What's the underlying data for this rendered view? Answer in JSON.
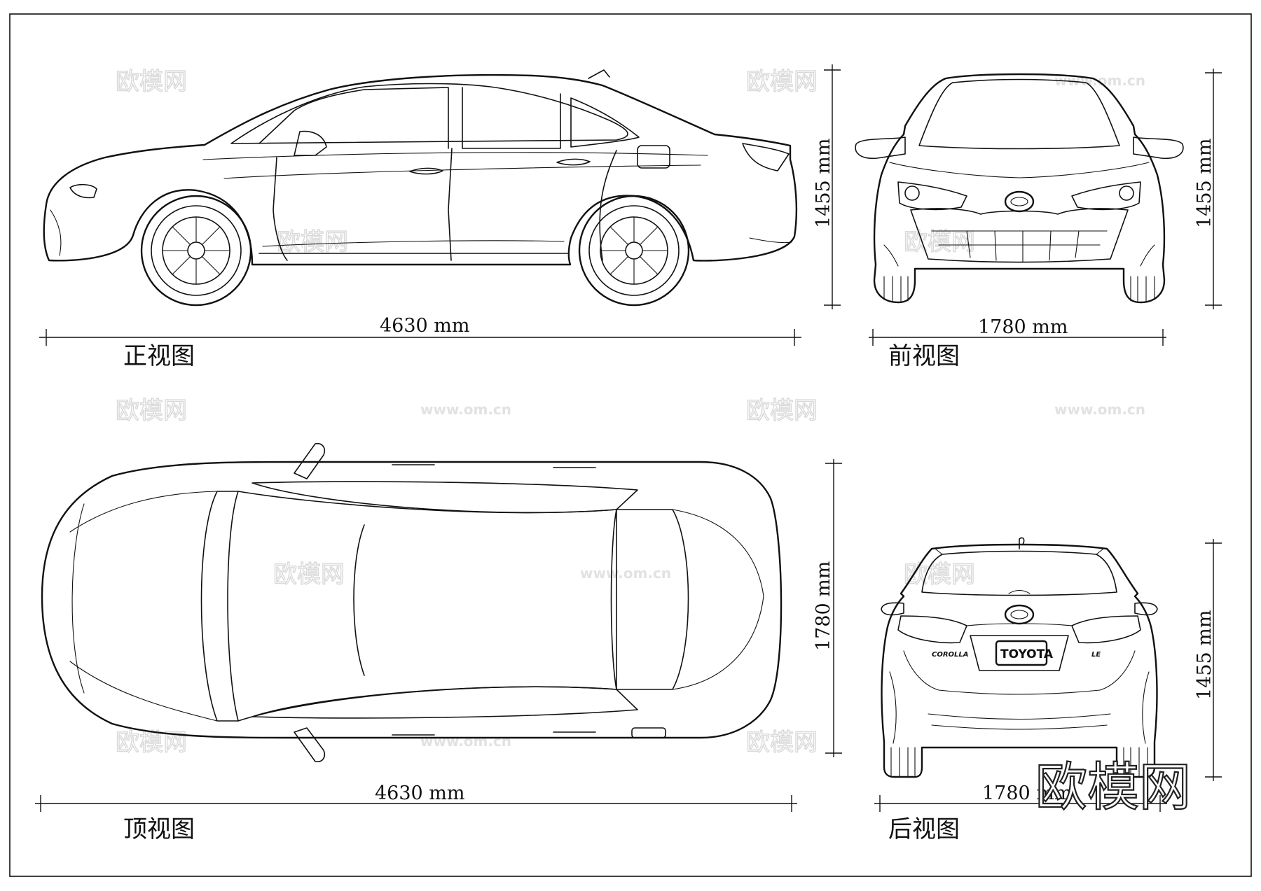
{
  "views": {
    "side": {
      "title": "正视图",
      "length_label": "4630 mm",
      "height_label": "1455 mm"
    },
    "front": {
      "title": "前视图",
      "width_label": "1780 mm",
      "height_label": "1455 mm"
    },
    "top": {
      "title": "顶视图",
      "length_label": "4630 mm",
      "width_label": "1780 mm"
    },
    "rear": {
      "title": "后视图",
      "width_label": "1780 mm",
      "height_label": "1455 mm",
      "plate_text": "TOYOTA",
      "badge_left": "COROLLA",
      "badge_right": "LE"
    }
  },
  "watermark": {
    "text": "欧模网",
    "url": "www.om.cn"
  }
}
